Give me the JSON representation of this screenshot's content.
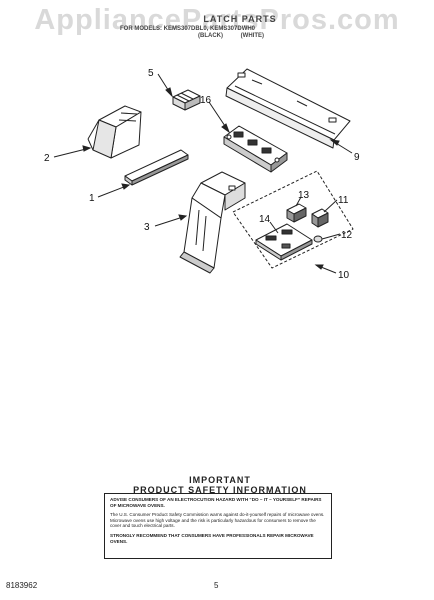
{
  "watermark": "AppliancePartsPros.com",
  "header": {
    "title": "LATCH PARTS",
    "models": "FOR MODELS: KEMS307DBL0, KEMS307DWH0",
    "color_1": "(BLACK)",
    "color_2": "(WHITE)"
  },
  "callouts": [
    "1",
    "2",
    "3",
    "5",
    "9",
    "10",
    "11",
    "12",
    "13",
    "14",
    "16"
  ],
  "important": {
    "line1": "IMPORTANT",
    "line2": "PRODUCT SAFETY INFORMATION"
  },
  "safety": {
    "p1": "ADVISE CONSUMERS OF AN ELECTROCUTION HAZARD WITH “DO – IT – YOURSELF” REPAIRS OF MICROWAVE OVENS.",
    "p2": "The U.S. Consumer Product Safety Commission warns against do-it-yourself repairs of microwave ovens. Microwave ovens use high voltage and the risk is particularly hazardous for consumers to remove the cover and touch electrical parts.",
    "p3": "STRONGLY RECOMMEND THAT CONSUMERS HAVE PROFESSIONALS REPAIR MICROWAVE OVENS."
  },
  "footer": {
    "doc_number": "8183962",
    "page": "5"
  }
}
